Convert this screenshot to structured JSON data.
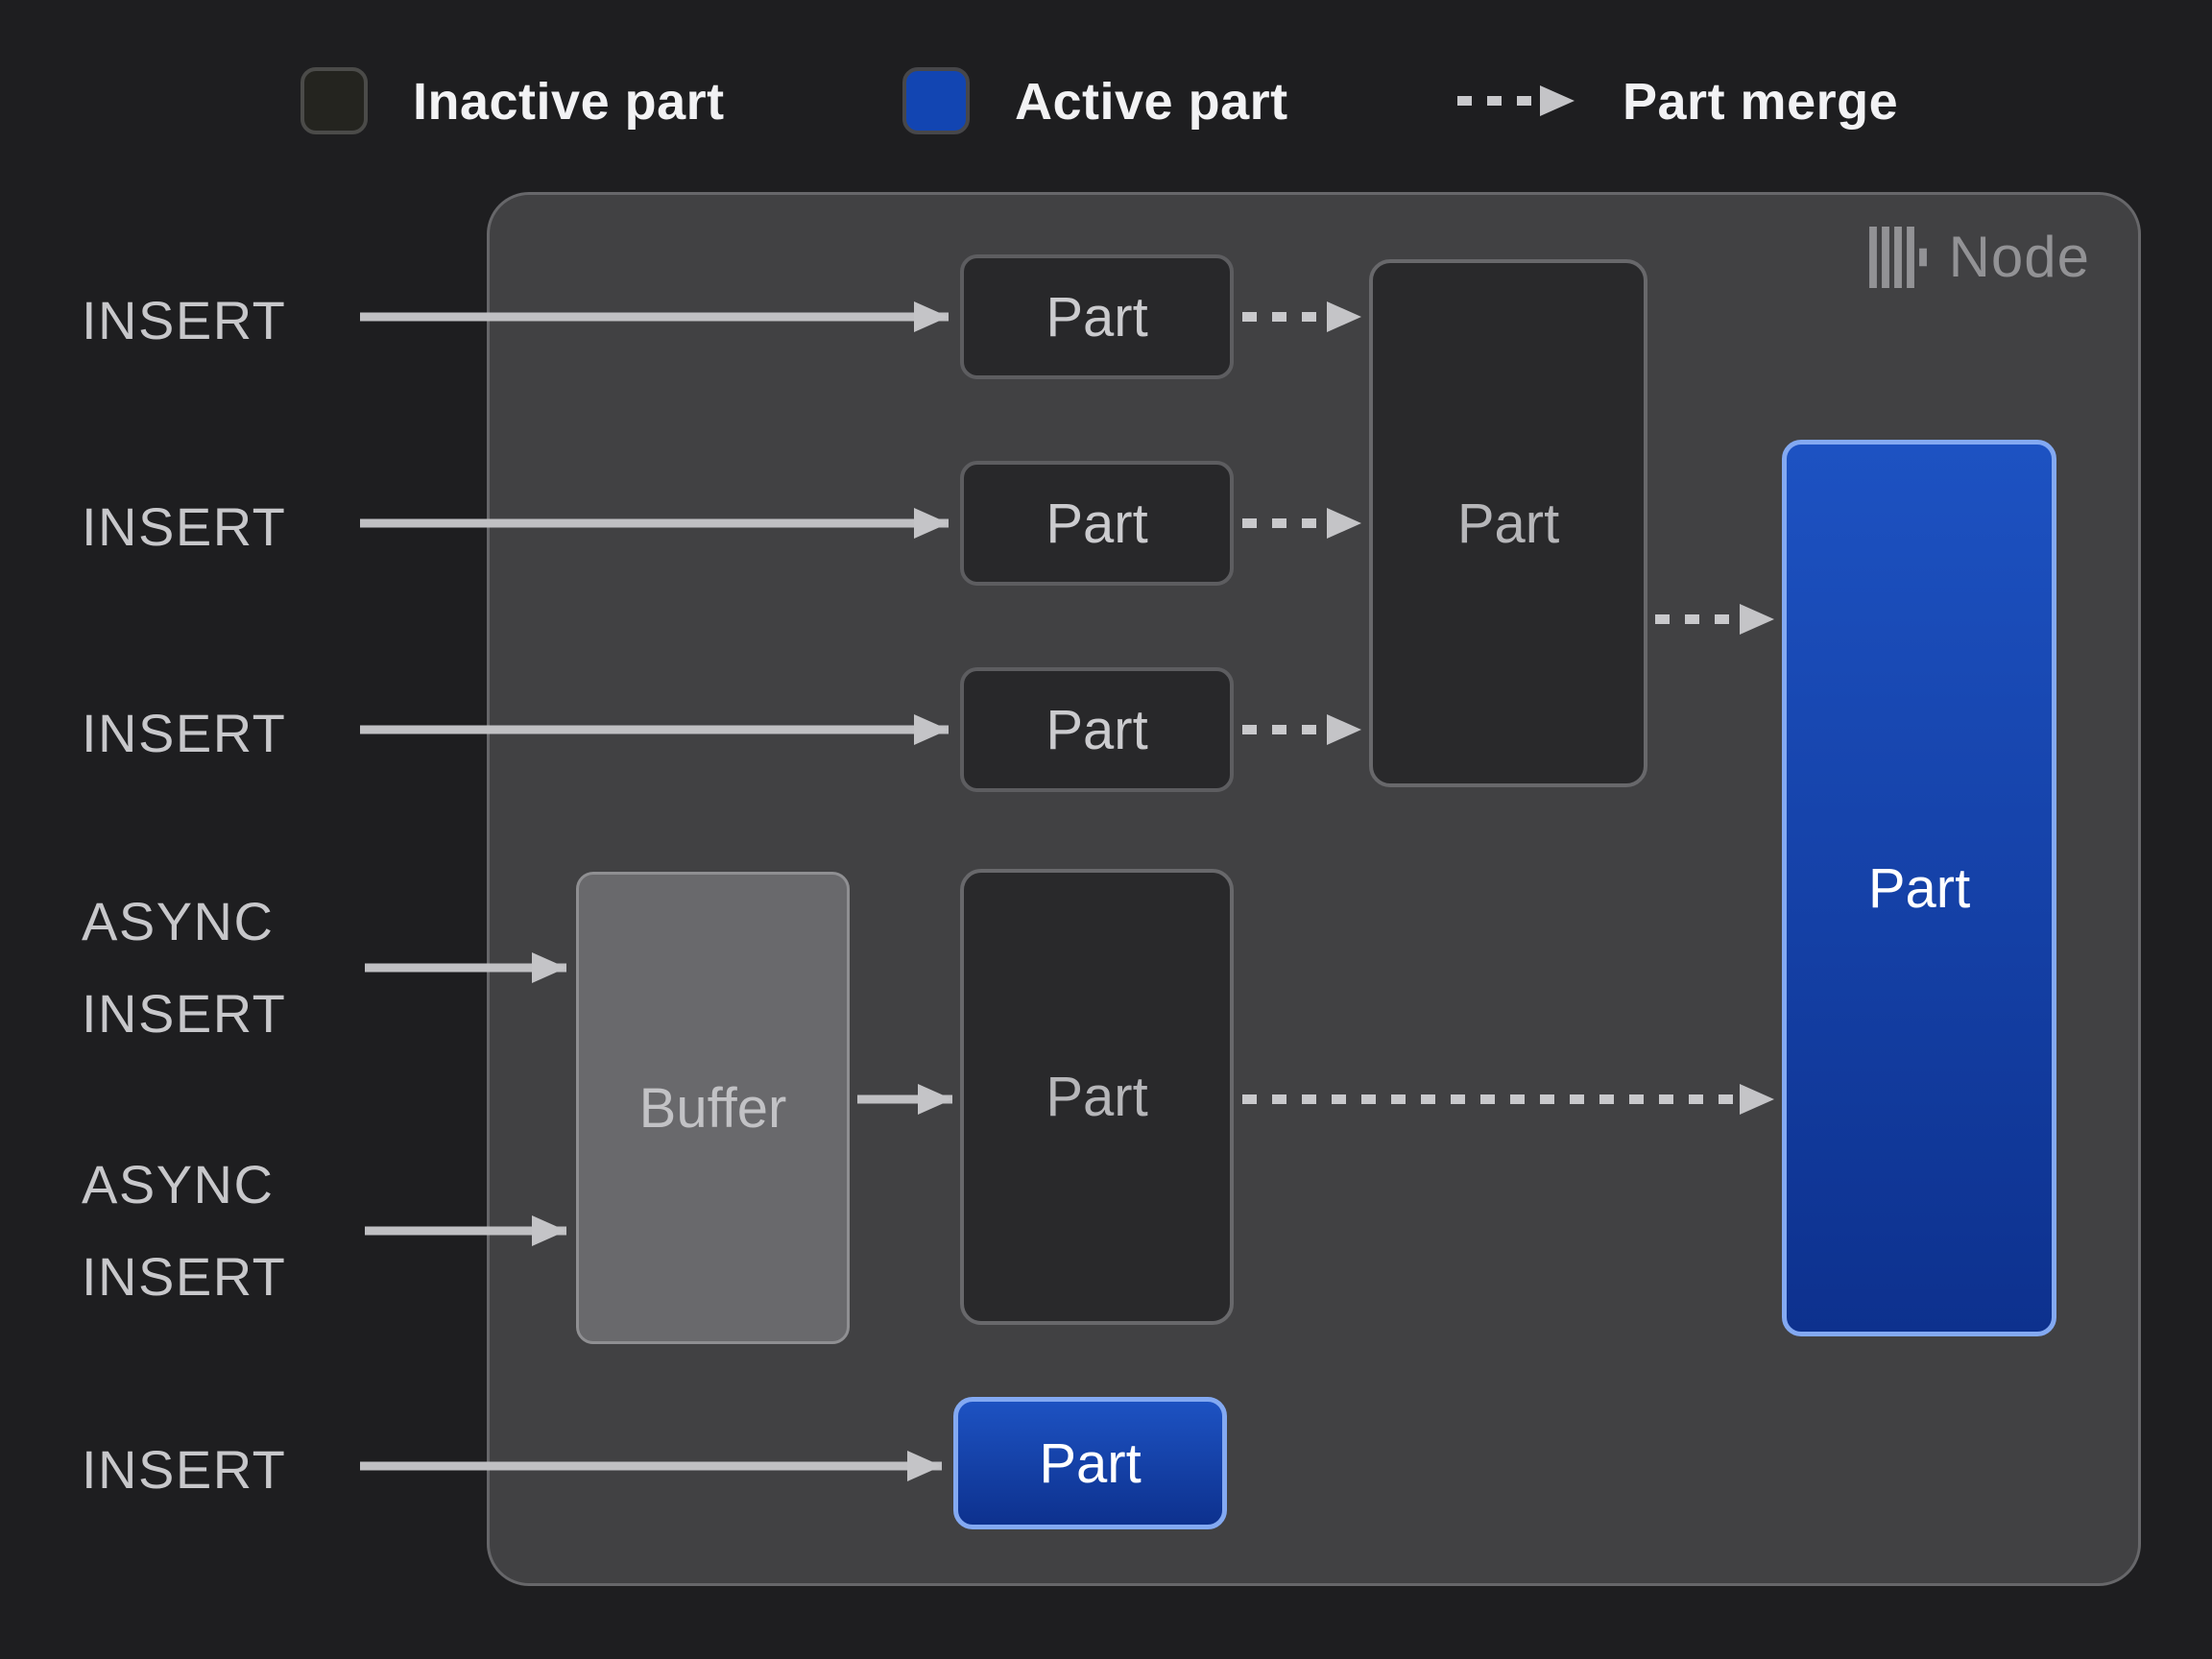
{
  "legend": {
    "inactive_label": "Inactive part",
    "active_label": "Active part",
    "merge_label": "Part merge"
  },
  "node": {
    "title": "Node",
    "icon": "clickhouse-bars-icon"
  },
  "io_labels": {
    "insert_1": "INSERT",
    "insert_2": "INSERT",
    "insert_3": "INSERT",
    "async_insert_1": "ASYNC\nINSERT",
    "async_insert_2": "ASYNC\nINSERT",
    "insert_4": "INSERT"
  },
  "boxes": {
    "part_1": "Part",
    "part_2": "Part",
    "part_3": "Part",
    "merged_part": "Part",
    "buffer": "Buffer",
    "buffered_part": "Part",
    "active_part_large": "Part",
    "active_part_small": "Part"
  },
  "colors": {
    "background": "#1e1e20",
    "node_fill": "#414143",
    "node_border": "#67676a",
    "inactive_part_fill": "#28282a",
    "inactive_part_border": "#5d5d60",
    "active_part_blue_top": "#1d52c2",
    "active_part_blue_bottom": "#0d318e",
    "active_part_border": "#83a9f2",
    "buffer_fill": "#69696c",
    "arrow_gray": "#c0c0c3",
    "legend_active_swatch": "#1245b2",
    "legend_inactive_swatch": "#24241f",
    "text_light": "#f2f2f4",
    "text_gray": "#c7c7ca",
    "node_label_gray": "#929295"
  }
}
